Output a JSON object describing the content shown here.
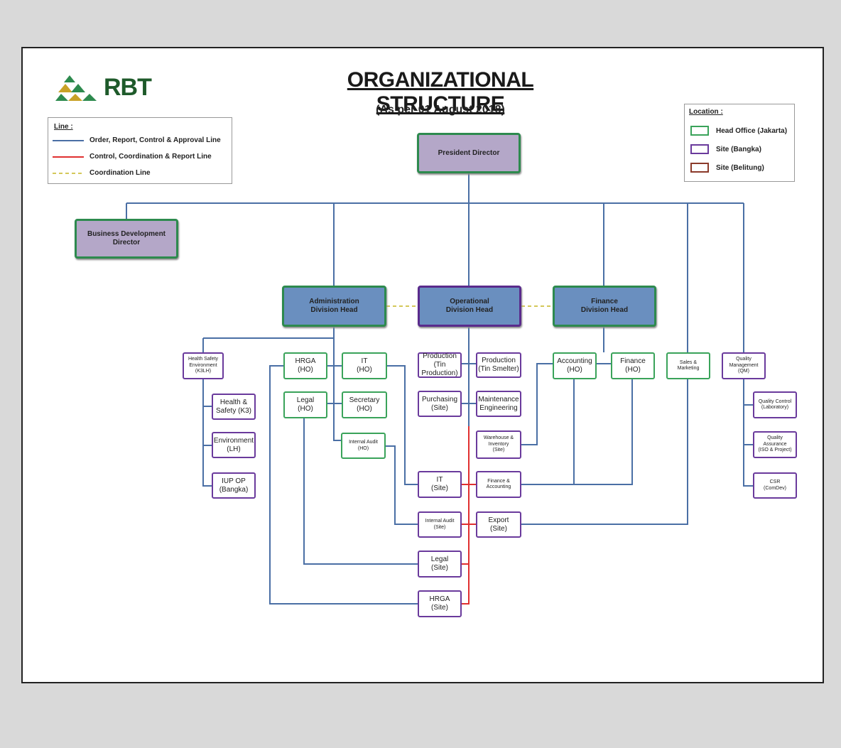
{
  "header": {
    "logo_text": "RBT",
    "title": "ORGANIZATIONAL STRUCTURE",
    "subtitle": "(As per 01 August 2018)"
  },
  "line_legend": {
    "heading": "Line :",
    "items": [
      {
        "label": "Order, Report, Control & Approval Line",
        "color": "#4a6fa5",
        "style": "solid"
      },
      {
        "label": "Control, Coordination & Report Line",
        "color": "#e03030",
        "style": "solid"
      },
      {
        "label": "Coordination Line",
        "color": "#d4c85a",
        "style": "dashed"
      }
    ]
  },
  "location_legend": {
    "heading": "Location :",
    "items": [
      {
        "label": "Head Office (Jakarta)",
        "color": "#3aa35a"
      },
      {
        "label": "Site (Bangka)",
        "color": "#6a3a9c"
      },
      {
        "label": "Site (Belitung)",
        "color": "#8b3a2a"
      }
    ]
  },
  "colors": {
    "executive_fill": "#b4a7c8",
    "division_fill": "#6a8fbf",
    "head_office_border": "#3aa35a",
    "site_border": "#6a3a9c"
  },
  "boxes": {
    "president": "President Director",
    "bizdev": "Business Development\nDirector",
    "admin_head": "Administration\nDivision Head",
    "ops_head": "Operational\nDivision Head",
    "fin_head": "Finance\nDivision Head",
    "hse": "Health Safety\nEnvironment\n(K3LH)",
    "health_safety": "Health &\nSafety (K3)",
    "environment": "Environment\n(LH)",
    "iup_op": "IUP OP\n(Bangka)",
    "hrga_ho": "HRGA\n(HO)",
    "it_ho": "IT\n(HO)",
    "legal_ho": "Legal\n(HO)",
    "secretary_ho": "Secretary\n(HO)",
    "internal_audit_ho": "Internal Audit\n(HO)",
    "production_1": "Production\n(Tin Production)",
    "production_2": "Production\n(Tin Smelter)",
    "purchasing": "Purchasing\n(Site)",
    "maintenance": "Maintenance\nEngineering",
    "warehouse": "Warehouse &\nInventory\n(Site)",
    "finance_acc_site": "Finance &\nAccounting",
    "export": "Export\n(Site)",
    "it_site": "IT\n(Site)",
    "internal_audit_site": "Internal Audit\n(Site)",
    "legal_site": "Legal\n(Site)",
    "hrga_site": "HRGA\n(Site)",
    "accounting_ho": "Accounting\n(HO)",
    "finance_ho": "Finance\n(HO)",
    "sales": "Sales &\nMarketing",
    "qm": "Quality\nManagement\n(QM)",
    "qc": "Quality Control\n(Laboratory)",
    "qa": "Quality\nAssurance\n(ISO & Project)",
    "csr": "CSR\n(ComDev)"
  }
}
